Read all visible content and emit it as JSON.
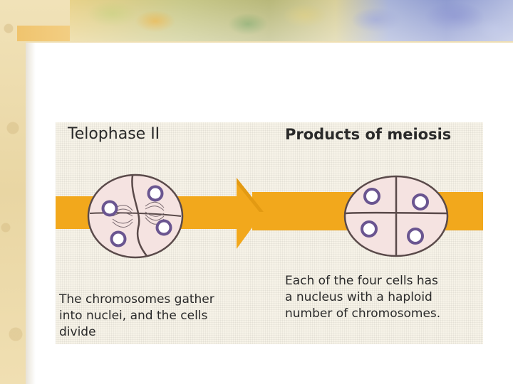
{
  "diagram": {
    "left_stage": {
      "title": "Telophase II",
      "caption": "The chromosomes gather\ninto nuclei, and the cells\ndivide"
    },
    "right_stage": {
      "title": "Products of meiosis",
      "caption": "Each of the four cells has\na nucleus with a haploid\nnumber of chromosomes."
    },
    "colors": {
      "arrow": "#f2a81c",
      "cell_fill": "#f5e3e1",
      "cell_outline": "#5a4a4a",
      "nucleus_ring": "#6a5590",
      "spindle": "#7a6a70"
    }
  }
}
